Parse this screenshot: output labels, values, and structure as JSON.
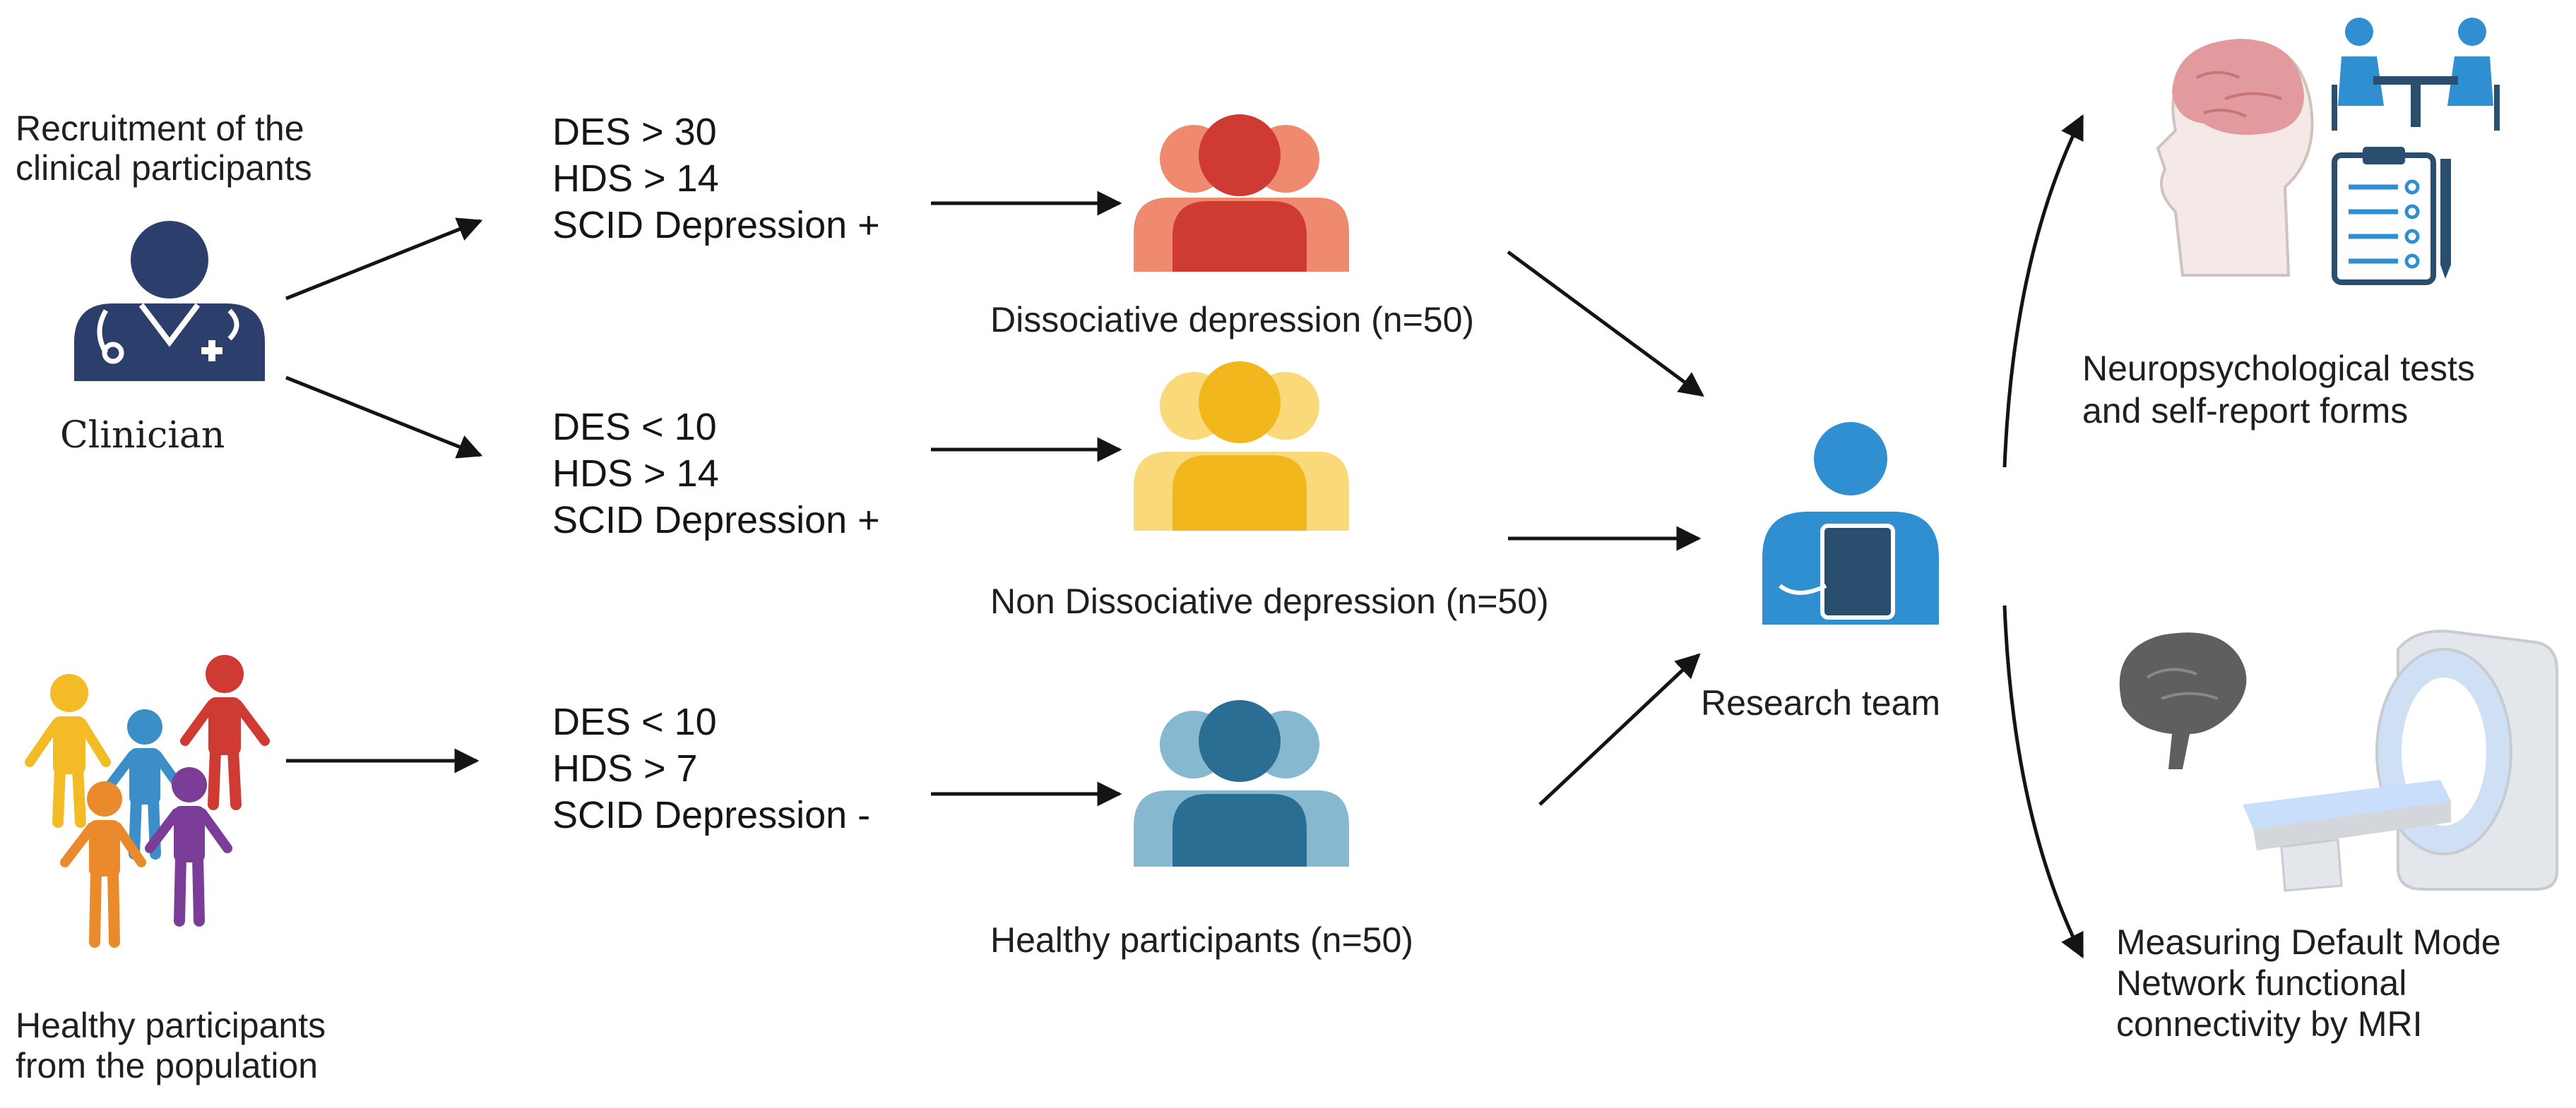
{
  "recruitment": {
    "clinical_line1": "Recruitment of the",
    "clinical_line2": "clinical participants",
    "clinician_label": "Clinician",
    "healthy_line1": "Healthy participants",
    "healthy_line2": "from the population"
  },
  "criteria": [
    {
      "lines": [
        "DES > 30",
        "HDS > 14",
        "SCID Depression +"
      ]
    },
    {
      "lines": [
        "DES < 10",
        "HDS > 14",
        "SCID Depression +"
      ]
    },
    {
      "lines": [
        "DES < 10",
        "HDS > 7",
        "SCID Depression -"
      ]
    }
  ],
  "groups": [
    {
      "label": "Dissociative depression (n=50)",
      "color": "#cf3b32",
      "back_color": "#ef8a6e"
    },
    {
      "label": "Non Dissociative depression (n=50)",
      "color": "#f2b71c",
      "back_color": "#f9d97a"
    },
    {
      "label": "Healthy participants (n=50)",
      "color": "#2a6e93",
      "back_color": "#86b8d0"
    }
  ],
  "research_team": {
    "label": "Research team",
    "color": "#2f8fd0"
  },
  "outcomes": {
    "neuro_line1": "Neuropsychological tests",
    "neuro_line2": "and self-report forms",
    "mri_line1": "Measuring Default Mode",
    "mri_line2": "Network functional",
    "mri_line3": "connectivity by MRI"
  },
  "colors": {
    "clinician": "#2c3e6b",
    "arrow": "#141414",
    "brain_pink": "#e39a9e",
    "icon_blue": "#2f8fd0"
  }
}
